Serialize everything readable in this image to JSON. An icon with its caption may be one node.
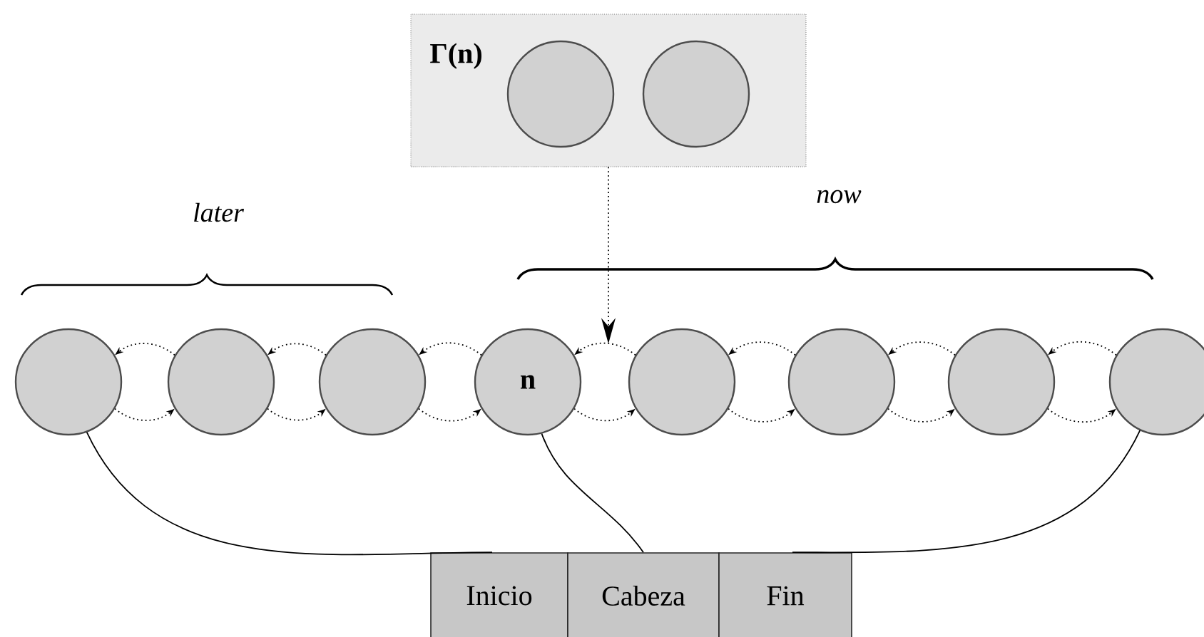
{
  "diagram": {
    "nodes": [
      {
        "text": [
          "Γ(n)"
        ]
      },
      {
        "text": [],
        "shape": "circle",
        "in": 0
      },
      {
        "text": [],
        "shape": "circle",
        "in": 0
      },
      {
        "text": [],
        "shape": "circle"
      },
      {
        "text": [],
        "shape": "circle"
      },
      {
        "text": [],
        "shape": "circle"
      },
      {
        "text": [
          "n"
        ]
      },
      {
        "text": [],
        "shape": "circle"
      },
      {
        "text": [],
        "shape": "circle"
      },
      {
        "text": [],
        "shape": "circle"
      },
      {
        "text": [],
        "shape": "circle"
      },
      {
        "text": [
          "Inicio"
        ]
      },
      {
        "text": [
          "Cabeza"
        ]
      },
      {
        "text": [
          "Fin"
        ]
      }
    ],
    "edges": [
      {
        "from": 4,
        "to": 3,
        "arrow": "to",
        "style": "dashed"
      },
      {
        "from": 3,
        "to": 4,
        "arrow": "to",
        "style": "dashed"
      },
      {
        "from": 5,
        "to": 4,
        "arrow": "to",
        "style": "dashed"
      },
      {
        "from": 4,
        "to": 5,
        "arrow": "to",
        "style": "dashed"
      },
      {
        "from": 6,
        "to": 5,
        "arrow": "to",
        "style": "dashed"
      },
      {
        "from": 5,
        "to": 6,
        "arrow": "to",
        "style": "dashed"
      },
      {
        "from": 7,
        "to": 6,
        "arrow": "to",
        "style": "dashed"
      },
      {
        "from": 6,
        "to": 7,
        "arrow": "to",
        "style": "dashed"
      },
      {
        "from": 8,
        "to": 7,
        "arrow": "to",
        "style": "dashed"
      },
      {
        "from": 7,
        "to": 8,
        "arrow": "to",
        "style": "dashed"
      },
      {
        "from": 9,
        "to": 8,
        "arrow": "to",
        "style": "dashed"
      },
      {
        "from": 8,
        "to": 9,
        "arrow": "to",
        "style": "dashed"
      },
      {
        "from": 10,
        "to": 9,
        "arrow": "to",
        "style": "dashed"
      },
      {
        "from": 9,
        "to": 10,
        "arrow": "to",
        "style": "dashed"
      },
      {
        "from": 0,
        "to": null,
        "arrow": "to",
        "style": "dashed"
      },
      {
        "from": 3,
        "to": 11,
        "arrow": "none"
      },
      {
        "from": 6,
        "to": 12,
        "arrow": "none"
      },
      {
        "from": 10,
        "to": 13,
        "arrow": "none"
      }
    ],
    "labels": [
      "later",
      "now"
    ]
  }
}
